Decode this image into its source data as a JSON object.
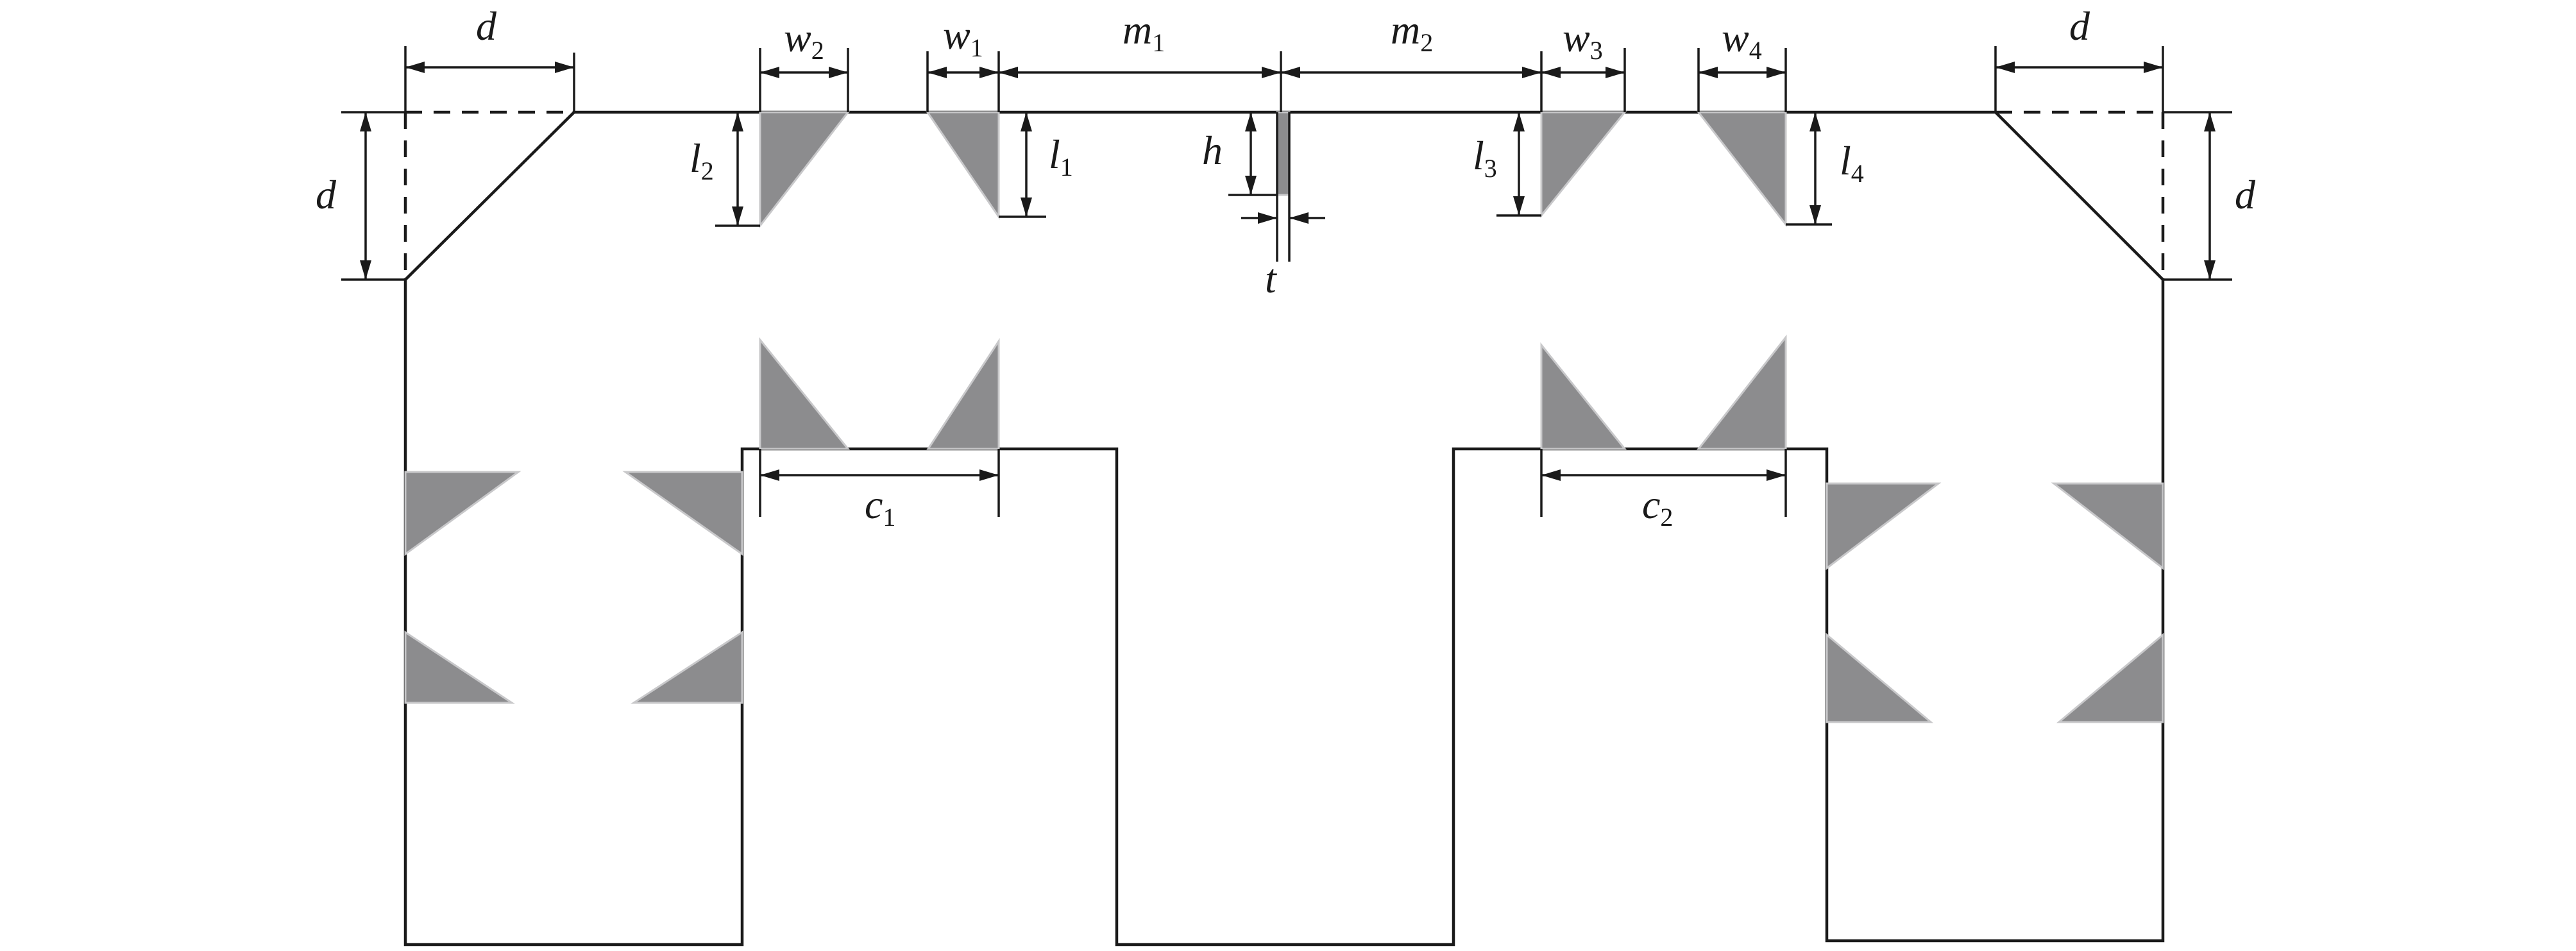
{
  "labels": {
    "d_top_left": {
      "base": "d",
      "sub": ""
    },
    "d_left": {
      "base": "d",
      "sub": ""
    },
    "d_top_right": {
      "base": "d",
      "sub": ""
    },
    "d_right": {
      "base": "d",
      "sub": ""
    },
    "w2": {
      "base": "w",
      "sub": "2"
    },
    "w1": {
      "base": "w",
      "sub": "1"
    },
    "m1": {
      "base": "m",
      "sub": "1"
    },
    "m2": {
      "base": "m",
      "sub": "2"
    },
    "w3": {
      "base": "w",
      "sub": "3"
    },
    "w4": {
      "base": "w",
      "sub": "4"
    },
    "l2": {
      "base": "l",
      "sub": "2"
    },
    "l1": {
      "base": "l",
      "sub": "1"
    },
    "h": {
      "base": "h",
      "sub": ""
    },
    "t": {
      "base": "t",
      "sub": ""
    },
    "l3": {
      "base": "l",
      "sub": "3"
    },
    "l4": {
      "base": "l",
      "sub": "4"
    },
    "c1": {
      "base": "c",
      "sub": "1"
    },
    "c2": {
      "base": "c",
      "sub": "2"
    }
  },
  "colors": {
    "outline": "#1a1a1a",
    "notch_fill": "#8c8c8e",
    "notch_edge": "#c8c8ca",
    "background": "#ffffff"
  }
}
